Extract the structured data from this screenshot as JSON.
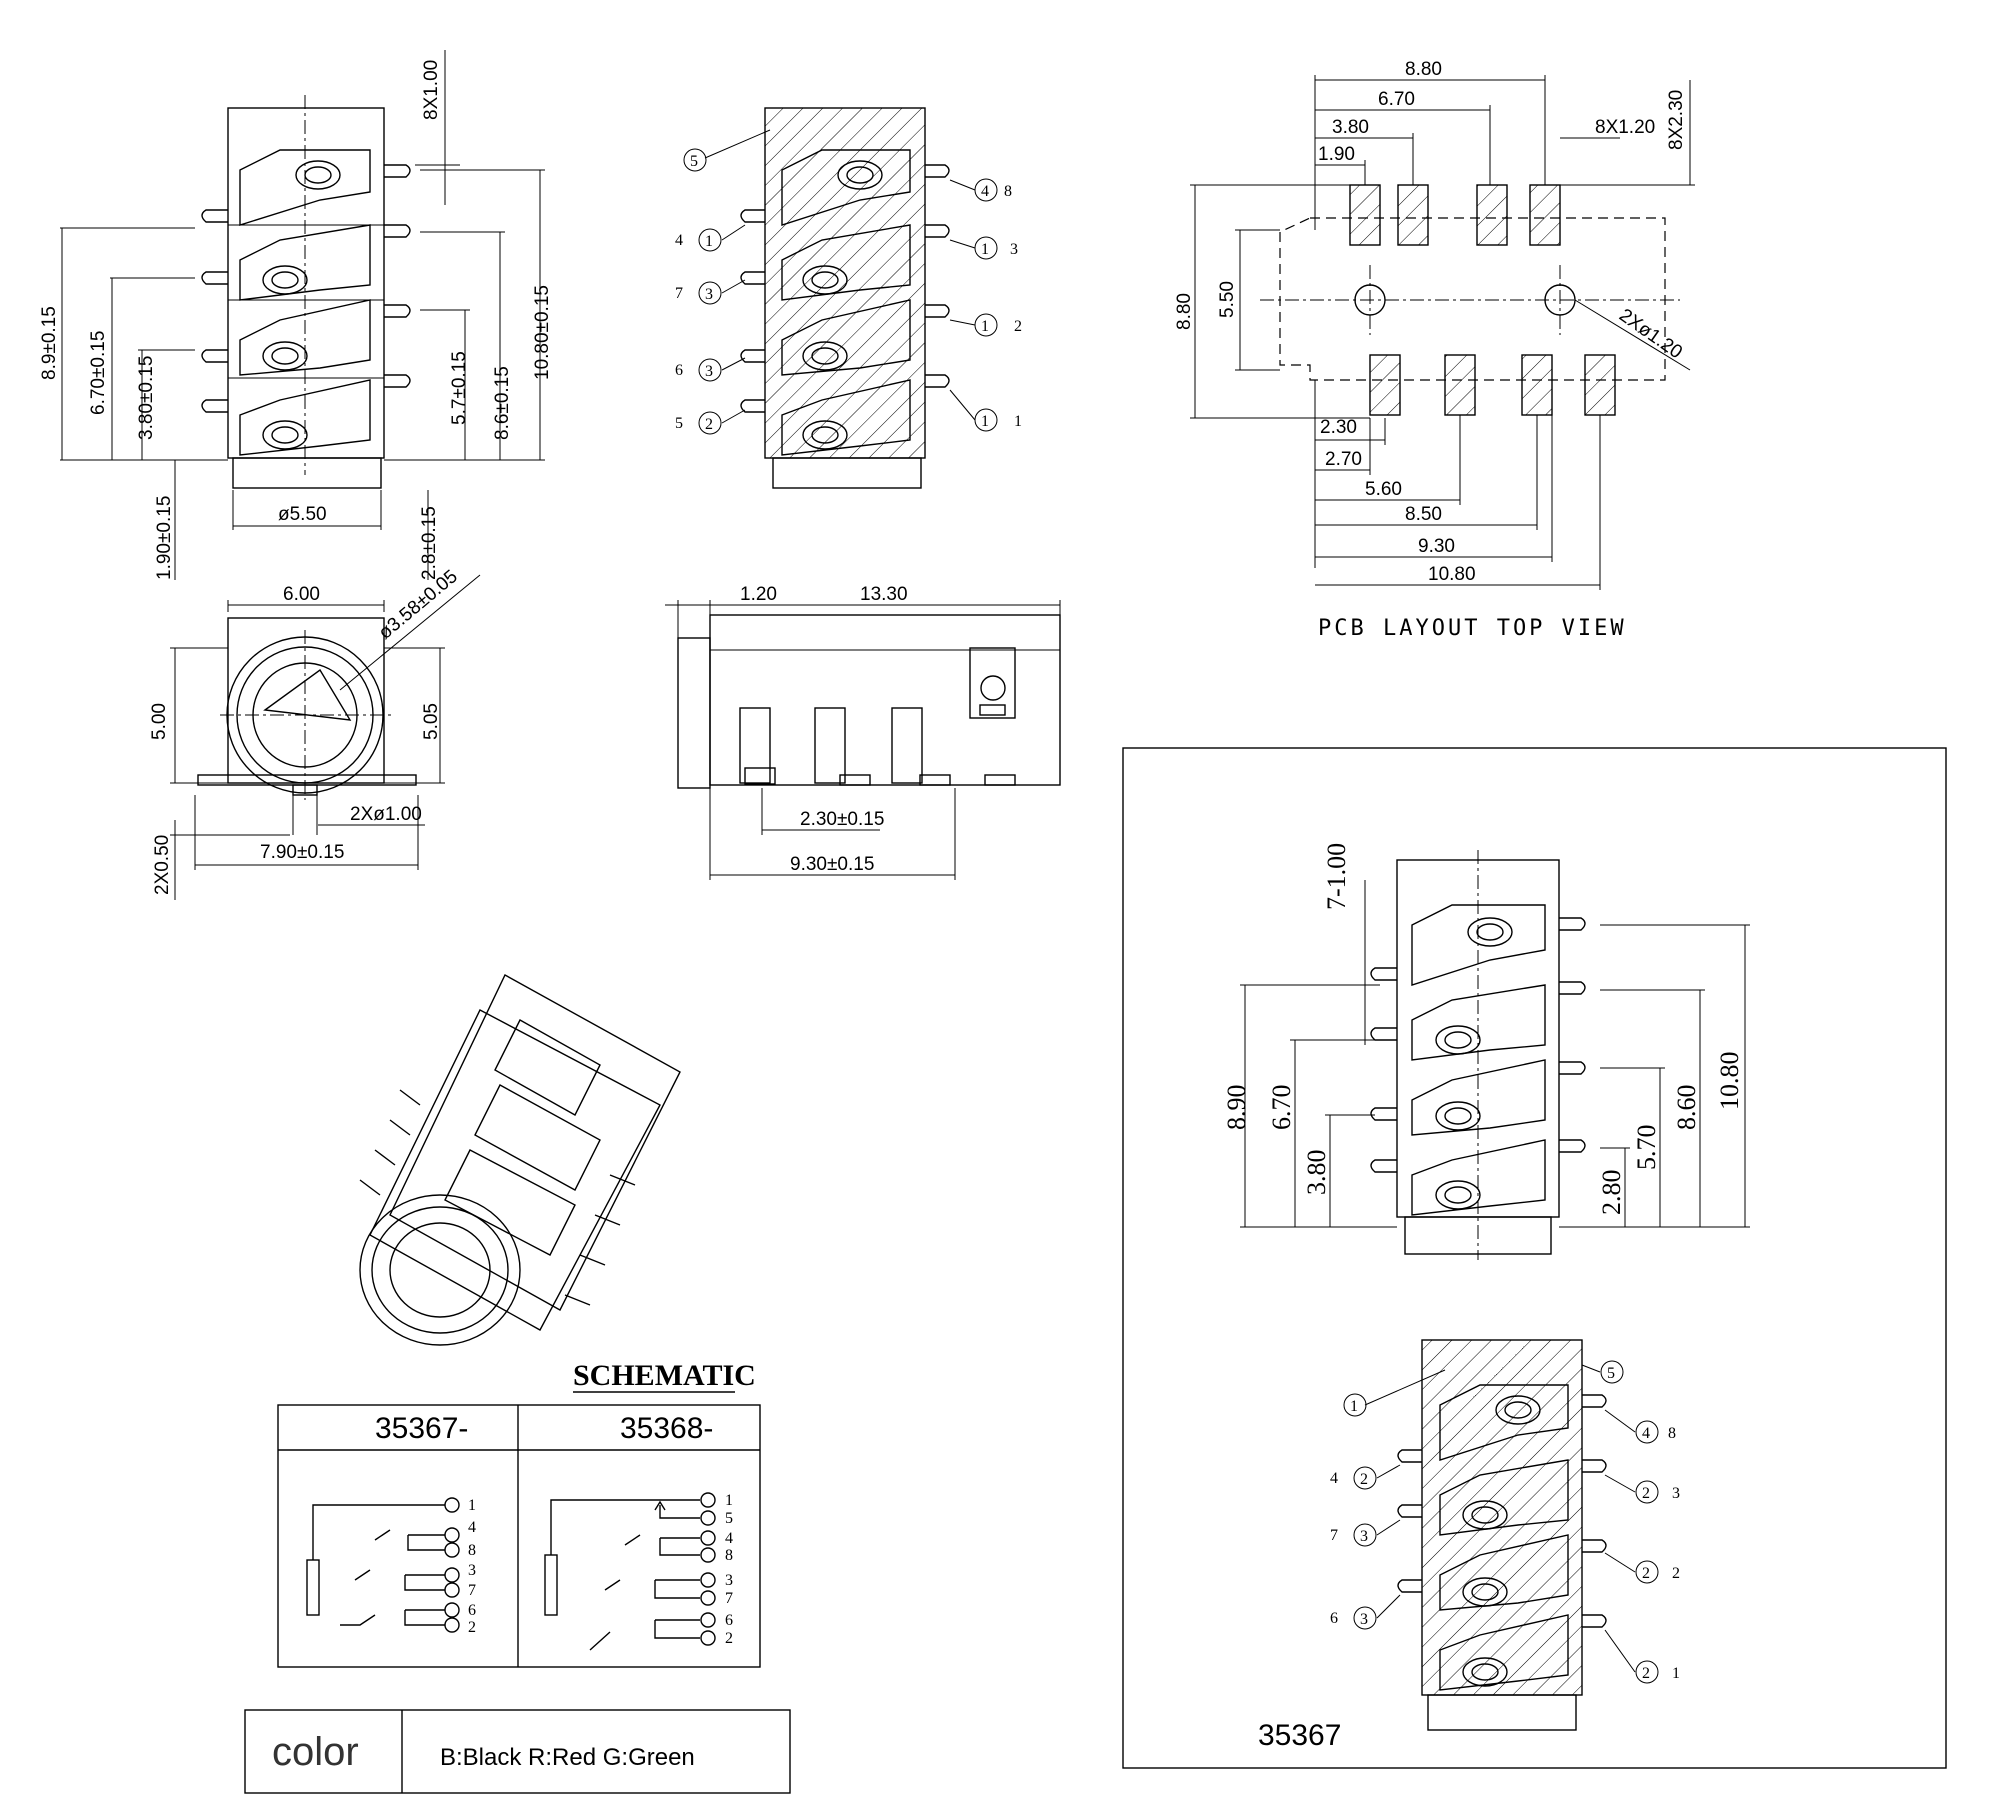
{
  "side_view": {
    "top_dim": "8X1.00",
    "left_dims": [
      "8.9±0.15",
      "6.70±0.15",
      "3.80±0.15"
    ],
    "right_dims": [
      "5.7±0.15",
      "8.6±0.15",
      "10.80±0.15"
    ],
    "bottom_dims": [
      "1.90±0.15",
      "ø5.50",
      "2.8±0.15"
    ]
  },
  "front_view": {
    "dims": [
      "6.00",
      "ø3.58±0.05",
      "5.00",
      "5.05",
      "2Xø1.00",
      "7.90±0.15",
      "2X0.50"
    ]
  },
  "hatched_view": {
    "callout_top": "5",
    "left_pins": [
      {
        "num": "4",
        "circle": "1"
      },
      {
        "num": "7",
        "circle": "3"
      },
      {
        "num": "6",
        "circle": "3"
      },
      {
        "num": "5",
        "circle": "2"
      }
    ],
    "right_pins": [
      {
        "circle": "4",
        "num": "8"
      },
      {
        "circle": "1",
        "num": "3"
      },
      {
        "circle": "1",
        "num": "2"
      },
      {
        "circle": "1",
        "num": "1"
      }
    ]
  },
  "top_view": {
    "dims": [
      "1.20",
      "13.30",
      "2.30±0.15",
      "9.30±0.15"
    ]
  },
  "pcb_layout": {
    "title": "PCB LAYOUT TOP VIEW",
    "top_dims": [
      "8.80",
      "6.70",
      "3.80",
      "1.90"
    ],
    "pad_dims": [
      "8X1.20",
      "8X2.30"
    ],
    "left_dims": [
      "8.80",
      "5.50"
    ],
    "hole": "2Xø1.20",
    "bottom_dims": [
      "2.30",
      "2.70",
      "5.60",
      "8.50",
      "9.30",
      "10.80"
    ]
  },
  "schematic": {
    "title": "SCHEMATIC",
    "col1": {
      "header": "35367-",
      "pins": [
        "1",
        "4",
        "8",
        "3",
        "7",
        "6",
        "2"
      ]
    },
    "col2": {
      "header": "35368-",
      "pins": [
        "1",
        "5",
        "4",
        "8",
        "3",
        "7",
        "6",
        "2"
      ]
    }
  },
  "color_table": {
    "label": "color",
    "value": "B:Black  R:Red  G:Green"
  },
  "inset": {
    "left_dims": [
      "7-1.00",
      "8.90",
      "6.70",
      "3.80"
    ],
    "right_dims": [
      "2.80",
      "5.70",
      "8.60",
      "10.80"
    ],
    "callout_top": "5",
    "callout_left": "1",
    "left_pins": [
      {
        "num": "4",
        "circle": "2"
      },
      {
        "num": "7",
        "circle": "3"
      },
      {
        "num": "6",
        "circle": "3"
      }
    ],
    "right_pins": [
      {
        "circle": "4",
        "num": "8"
      },
      {
        "circle": "2",
        "num": "3"
      },
      {
        "circle": "2",
        "num": "2"
      },
      {
        "circle": "2",
        "num": "1"
      }
    ],
    "part_label": "35367"
  }
}
